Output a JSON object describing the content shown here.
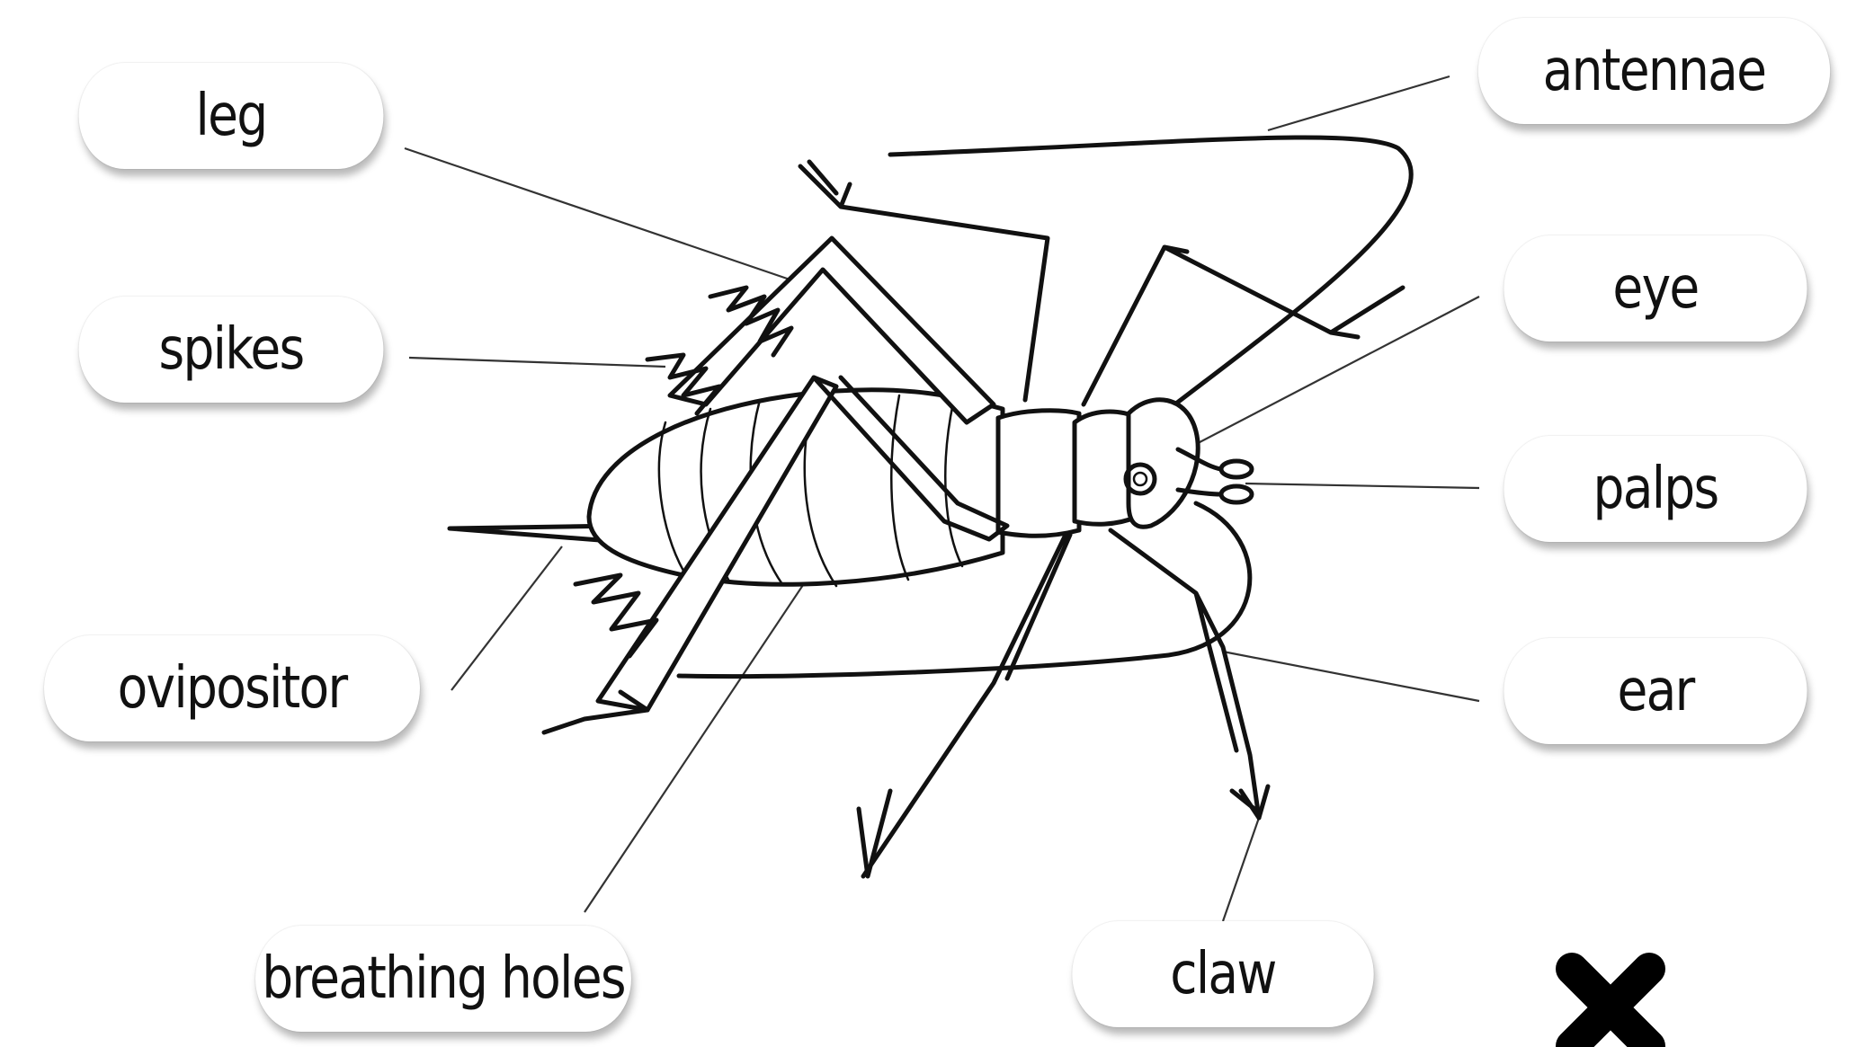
{
  "labels": {
    "leg": "leg",
    "spikes": "spikes",
    "ovipositor": "ovipositor",
    "breathing_holes": "breathing holes",
    "antennae": "antennae",
    "eye": "eye",
    "palps": "palps",
    "ear": "ear",
    "claw": "claw"
  },
  "icons": {
    "close": "close-icon"
  },
  "colors": {
    "label_bg": "#ffffff",
    "line": "#333333",
    "ink": "#111111"
  }
}
